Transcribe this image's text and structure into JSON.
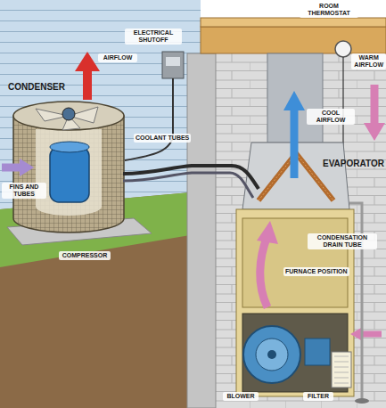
{
  "diagram": {
    "labels": [
      "CONDENSER",
      "AIRFLOW",
      "ELECTRICAL SHUTOFF",
      "ROOM THERMOSTAT",
      "WARM AIRFLOW",
      "COOL AIRFLOW",
      "EVAPORATOR",
      "FINS AND TUBES",
      "COMPRESSOR",
      "COOLANT TUBES",
      "CONDENSATION DRAIN TUBE",
      "FURNACE POSITION",
      "FILTER",
      "BLOWER"
    ]
  }
}
